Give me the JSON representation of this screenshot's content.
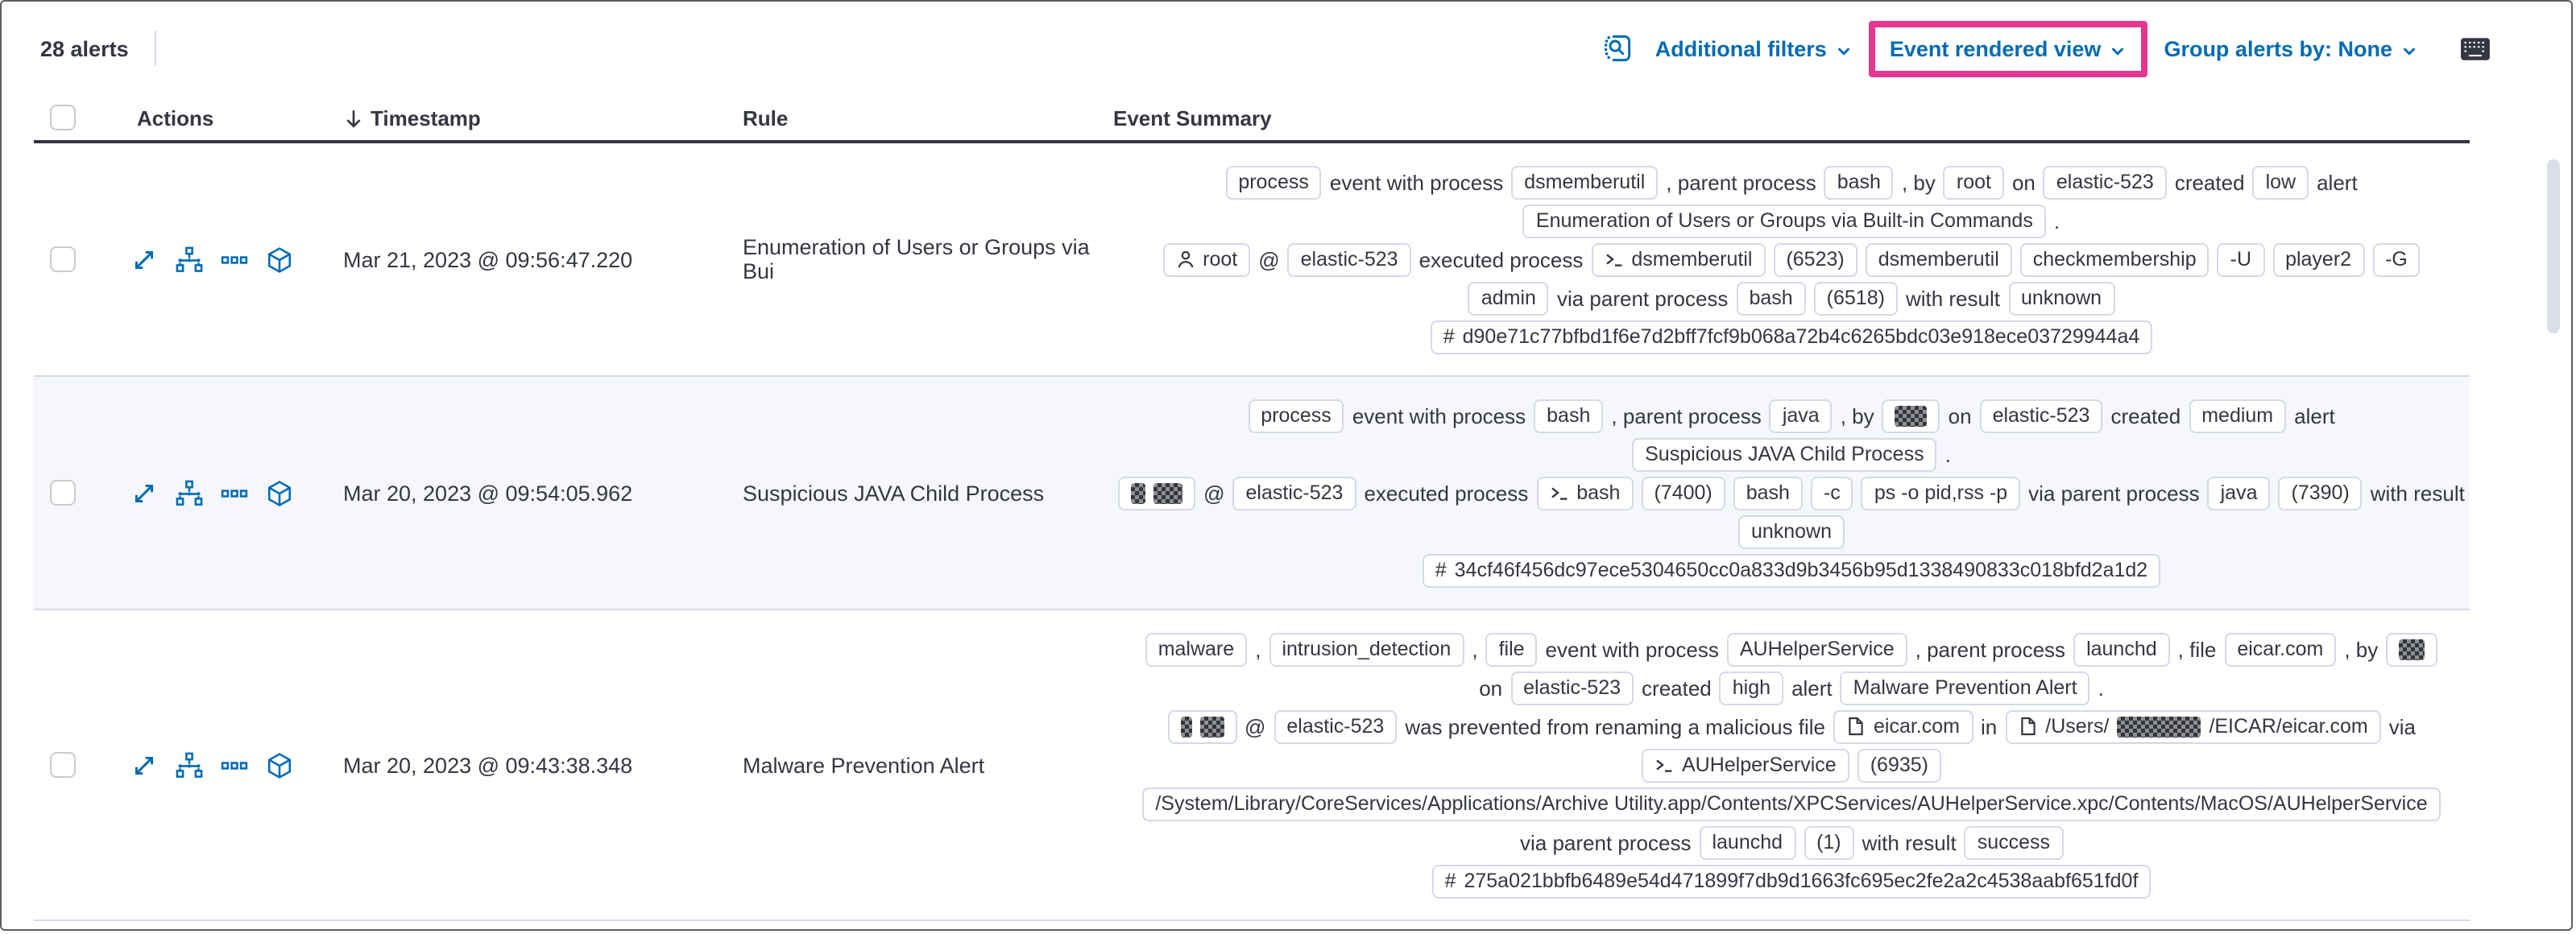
{
  "colors": {
    "accent": "#006bb4",
    "highlight": "#e5378f",
    "header_text": "#343741",
    "badge_border": "#d3dae6",
    "shaded_row": "#f5f7fa"
  },
  "topbar": {
    "alert_count": "28 alerts",
    "inspect_icon": "inspect-icon",
    "additional_filters_label": "Additional filters",
    "view_selector_label": "Event rendered view",
    "group_alerts_label": "Group alerts by: None",
    "keyboard_icon": "keyboard-icon"
  },
  "table": {
    "columns": {
      "actions": "Actions",
      "timestamp": "Timestamp",
      "rule": "Rule",
      "summary": "Event Summary"
    },
    "sort_icon": "sort-down-icon",
    "action_icons": [
      "expand-event-icon",
      "analyze-event-icon",
      "more-actions-icon",
      "session-view-icon"
    ],
    "rows": [
      {
        "shaded": false,
        "timestamp": "Mar 21, 2023 @ 09:56:47.220",
        "rule": "Enumeration of Users or Groups via Bui",
        "summary_lines": [
          [
            {
              "type": "badge",
              "parts": [
                {
                  "text": "process"
                }
              ]
            },
            {
              "type": "text",
              "text": "event with process"
            },
            {
              "type": "badge",
              "parts": [
                {
                  "text": "dsmemberutil"
                }
              ]
            },
            {
              "type": "text",
              "text": ", parent process"
            },
            {
              "type": "badge",
              "parts": [
                {
                  "text": "bash"
                }
              ]
            },
            {
              "type": "text",
              "text": ", by"
            },
            {
              "type": "badge",
              "parts": [
                {
                  "text": "root"
                }
              ]
            },
            {
              "type": "text",
              "text": "on"
            },
            {
              "type": "badge",
              "parts": [
                {
                  "text": "elastic-523"
                }
              ]
            },
            {
              "type": "text",
              "text": "created"
            },
            {
              "type": "badge",
              "parts": [
                {
                  "text": "low"
                }
              ]
            },
            {
              "type": "text",
              "text": "alert"
            }
          ],
          [
            {
              "type": "badge",
              "parts": [
                {
                  "text": "Enumeration of Users or Groups via Built-in Commands"
                }
              ]
            },
            {
              "type": "text",
              "text": "."
            }
          ],
          [
            {
              "type": "badge",
              "icon": "user-icon",
              "parts": [
                {
                  "text": "root"
                }
              ]
            },
            {
              "type": "text",
              "text": "@"
            },
            {
              "type": "badge",
              "parts": [
                {
                  "text": "elastic-523"
                }
              ]
            },
            {
              "type": "text",
              "text": "executed process"
            },
            {
              "type": "badge",
              "icon": "terminal-icon",
              "parts": [
                {
                  "text": "dsmemberutil"
                }
              ]
            },
            {
              "type": "badge",
              "parts": [
                {
                  "text": "(6523)"
                }
              ]
            },
            {
              "type": "badge",
              "parts": [
                {
                  "text": "dsmemberutil"
                }
              ]
            },
            {
              "type": "badge",
              "parts": [
                {
                  "text": "checkmembership"
                }
              ]
            },
            {
              "type": "badge",
              "parts": [
                {
                  "text": "-U"
                }
              ]
            },
            {
              "type": "badge",
              "parts": [
                {
                  "text": "player2"
                }
              ]
            },
            {
              "type": "badge",
              "parts": [
                {
                  "text": "-G"
                }
              ]
            }
          ],
          [
            {
              "type": "badge",
              "parts": [
                {
                  "text": "admin"
                }
              ]
            },
            {
              "type": "text",
              "text": "via parent process"
            },
            {
              "type": "badge",
              "parts": [
                {
                  "text": "bash"
                }
              ]
            },
            {
              "type": "badge",
              "parts": [
                {
                  "text": "(6518)"
                }
              ]
            },
            {
              "type": "text",
              "text": "with result"
            },
            {
              "type": "badge",
              "parts": [
                {
                  "text": "unknown"
                }
              ]
            }
          ],
          [
            {
              "type": "badge",
              "icon": "hash-icon",
              "parts": [
                {
                  "text": "d90e71c77bfbd1f6e7d2bff7fcf9b068a72b4c6265bdc03e918ece03729944a4"
                }
              ]
            }
          ]
        ]
      },
      {
        "shaded": true,
        "timestamp": "Mar 20, 2023 @ 09:54:05.962",
        "rule": "Suspicious JAVA Child Process",
        "summary_lines": [
          [
            {
              "type": "badge",
              "parts": [
                {
                  "text": "process"
                }
              ]
            },
            {
              "type": "text",
              "text": "event with process"
            },
            {
              "type": "badge",
              "parts": [
                {
                  "text": "bash"
                }
              ]
            },
            {
              "type": "text",
              "text": ", parent process"
            },
            {
              "type": "badge",
              "parts": [
                {
                  "text": "java"
                }
              ]
            },
            {
              "type": "text",
              "text": ", by"
            },
            {
              "type": "badge",
              "parts": [
                {
                  "redact": 20
                }
              ]
            },
            {
              "type": "text",
              "text": "on"
            },
            {
              "type": "badge",
              "parts": [
                {
                  "text": "elastic-523"
                }
              ]
            },
            {
              "type": "text",
              "text": "created"
            },
            {
              "type": "badge",
              "parts": [
                {
                  "text": "medium"
                }
              ]
            },
            {
              "type": "text",
              "text": "alert"
            }
          ],
          [
            {
              "type": "badge",
              "parts": [
                {
                  "text": "Suspicious JAVA Child Process"
                }
              ]
            },
            {
              "type": "text",
              "text": "."
            }
          ],
          [
            {
              "type": "badge",
              "parts": [
                {
                  "redact": 9
                },
                {
                  "redact": 18
                }
              ]
            },
            {
              "type": "text",
              "text": "@"
            },
            {
              "type": "badge",
              "parts": [
                {
                  "text": "elastic-523"
                }
              ]
            },
            {
              "type": "text",
              "text": "executed process"
            },
            {
              "type": "badge",
              "icon": "terminal-icon",
              "parts": [
                {
                  "text": "bash"
                }
              ]
            },
            {
              "type": "badge",
              "parts": [
                {
                  "text": "(7400)"
                }
              ]
            },
            {
              "type": "badge",
              "parts": [
                {
                  "text": "bash"
                }
              ]
            },
            {
              "type": "badge",
              "parts": [
                {
                  "text": "-c"
                }
              ]
            },
            {
              "type": "badge",
              "parts": [
                {
                  "text": "ps -o pid,rss -p"
                }
              ]
            },
            {
              "type": "text",
              "text": "via parent process"
            },
            {
              "type": "badge",
              "parts": [
                {
                  "text": "java"
                }
              ]
            },
            {
              "type": "badge",
              "parts": [
                {
                  "text": "(7390)"
                }
              ]
            },
            {
              "type": "text",
              "text": "with result"
            }
          ],
          [
            {
              "type": "badge",
              "parts": [
                {
                  "text": "unknown"
                }
              ]
            }
          ],
          [
            {
              "type": "badge",
              "icon": "hash-icon",
              "parts": [
                {
                  "text": "34cf46f456dc97ece5304650cc0a833d9b3456b95d1338490833c018bfd2a1d2"
                }
              ]
            }
          ]
        ]
      },
      {
        "shaded": false,
        "timestamp": "Mar 20, 2023 @ 09:43:38.348",
        "rule": "Malware Prevention Alert",
        "summary_lines": [
          [
            {
              "type": "badge",
              "parts": [
                {
                  "text": "malware"
                }
              ]
            },
            {
              "type": "text",
              "text": ","
            },
            {
              "type": "badge",
              "parts": [
                {
                  "text": "intrusion_detection"
                }
              ]
            },
            {
              "type": "text",
              "text": ","
            },
            {
              "type": "badge",
              "parts": [
                {
                  "text": "file"
                }
              ]
            },
            {
              "type": "text",
              "text": "event with process"
            },
            {
              "type": "badge",
              "parts": [
                {
                  "text": "AUHelperService"
                }
              ]
            },
            {
              "type": "text",
              "text": ", parent process"
            },
            {
              "type": "badge",
              "parts": [
                {
                  "text": "launchd"
                }
              ]
            },
            {
              "type": "text",
              "text": ", file"
            },
            {
              "type": "badge",
              "parts": [
                {
                  "text": "eicar.com"
                }
              ]
            },
            {
              "type": "text",
              "text": ", by"
            },
            {
              "type": "badge",
              "parts": [
                {
                  "redact": 16
                }
              ]
            }
          ],
          [
            {
              "type": "text",
              "text": "on"
            },
            {
              "type": "badge",
              "parts": [
                {
                  "text": "elastic-523"
                }
              ]
            },
            {
              "type": "text",
              "text": "created"
            },
            {
              "type": "badge",
              "parts": [
                {
                  "text": "high"
                }
              ]
            },
            {
              "type": "text",
              "text": "alert"
            },
            {
              "type": "badge",
              "parts": [
                {
                  "text": "Malware Prevention Alert"
                }
              ]
            },
            {
              "type": "text",
              "text": "."
            }
          ],
          [
            {
              "type": "badge",
              "parts": [
                {
                  "redact": 7
                },
                {
                  "redact": 15
                }
              ]
            },
            {
              "type": "text",
              "text": "@"
            },
            {
              "type": "badge",
              "parts": [
                {
                  "text": "elastic-523"
                }
              ]
            },
            {
              "type": "text",
              "text": "was prevented from renaming a malicious file"
            },
            {
              "type": "badge",
              "icon": "document-icon",
              "parts": [
                {
                  "text": "eicar.com"
                }
              ]
            },
            {
              "type": "text",
              "text": "in"
            },
            {
              "type": "badge",
              "icon": "document-icon",
              "parts": [
                {
                  "text": "/Users/"
                },
                {
                  "redact": 52
                },
                {
                  "text": "/EICAR/eicar.com"
                }
              ]
            },
            {
              "type": "text",
              "text": "via"
            }
          ],
          [
            {
              "type": "badge",
              "icon": "terminal-icon",
              "parts": [
                {
                  "text": "AUHelperService"
                }
              ]
            },
            {
              "type": "badge",
              "parts": [
                {
                  "text": "(6935)"
                }
              ]
            }
          ],
          [
            {
              "type": "badge",
              "parts": [
                {
                  "text": "/System/Library/CoreServices/Applications/Archive Utility.app/Contents/XPCServices/AUHelperService.xpc/Contents/MacOS/AUHelperService"
                }
              ]
            }
          ],
          [
            {
              "type": "text",
              "text": "via parent process"
            },
            {
              "type": "badge",
              "parts": [
                {
                  "text": "launchd"
                }
              ]
            },
            {
              "type": "badge",
              "parts": [
                {
                  "text": "(1)"
                }
              ]
            },
            {
              "type": "text",
              "text": "with result"
            },
            {
              "type": "badge",
              "parts": [
                {
                  "text": "success"
                }
              ]
            }
          ],
          [
            {
              "type": "badge",
              "icon": "hash-icon",
              "parts": [
                {
                  "text": "275a021bbfb6489e54d471899f7db9d1663fc695ec2fe2a2c4538aabf651fd0f"
                }
              ]
            }
          ]
        ]
      }
    ]
  }
}
